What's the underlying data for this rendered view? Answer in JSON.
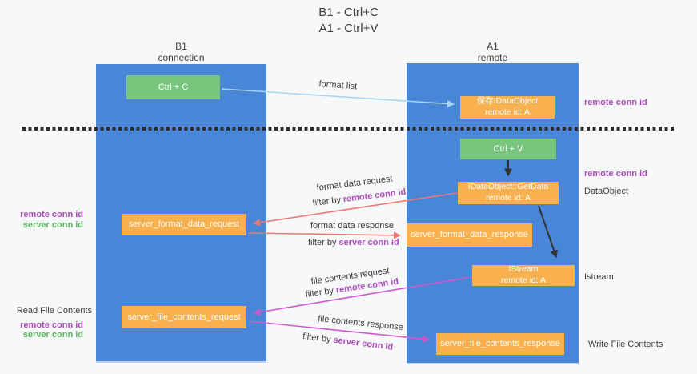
{
  "title": {
    "line1": "B1 - Ctrl+C",
    "line2": "A1 - Ctrl+V"
  },
  "lanes": {
    "left": {
      "name_line1": "B1",
      "name_line2": "connection"
    },
    "right": {
      "name_line1": "A1",
      "name_line2": "remote"
    }
  },
  "nodes": {
    "ctrl_c": "Ctrl + C",
    "ctrl_v": "Ctrl + V",
    "save_dataobject_line1": "保存IDataObject",
    "save_dataobject_line2": "remote id: A",
    "getdata_line1": "IDataObject::GetData",
    "getdata_line2": "remote id: A",
    "istream_line1": "IStream",
    "istream_line2": "remote id: A",
    "format_request": "server_format_data_request",
    "format_response": "server_format_data_response",
    "file_request": "server_file_contents_request",
    "file_response": "server_file_contents_response"
  },
  "vocab": {
    "filter_by": "filter by",
    "remote_conn_id": "remote conn id",
    "server_conn_id": "server conn id"
  },
  "flow_labels": {
    "format_list": "format list",
    "format_data_request": "format data request",
    "format_data_response": "format data response",
    "file_contents_request": "file contents request",
    "file_contents_response": "file contents response"
  },
  "side_labels": {
    "dataobject": "DataObject",
    "istream": "Istream",
    "read_file_contents": "Read File Contents",
    "write_file_contents": "Write File Contents"
  },
  "colors": {
    "lane_blue": "#4a86d8",
    "node_orange": "#f9b04e",
    "node_green": "#79c57d",
    "remote_conn_purple": "#ad4bbd",
    "server_conn_green": "#58b75c",
    "arrow_red": "#ed7772",
    "arrow_magenta": "#cf57cb",
    "arrow_blue": "#a8d5f2",
    "arrow_black": "#333333"
  }
}
